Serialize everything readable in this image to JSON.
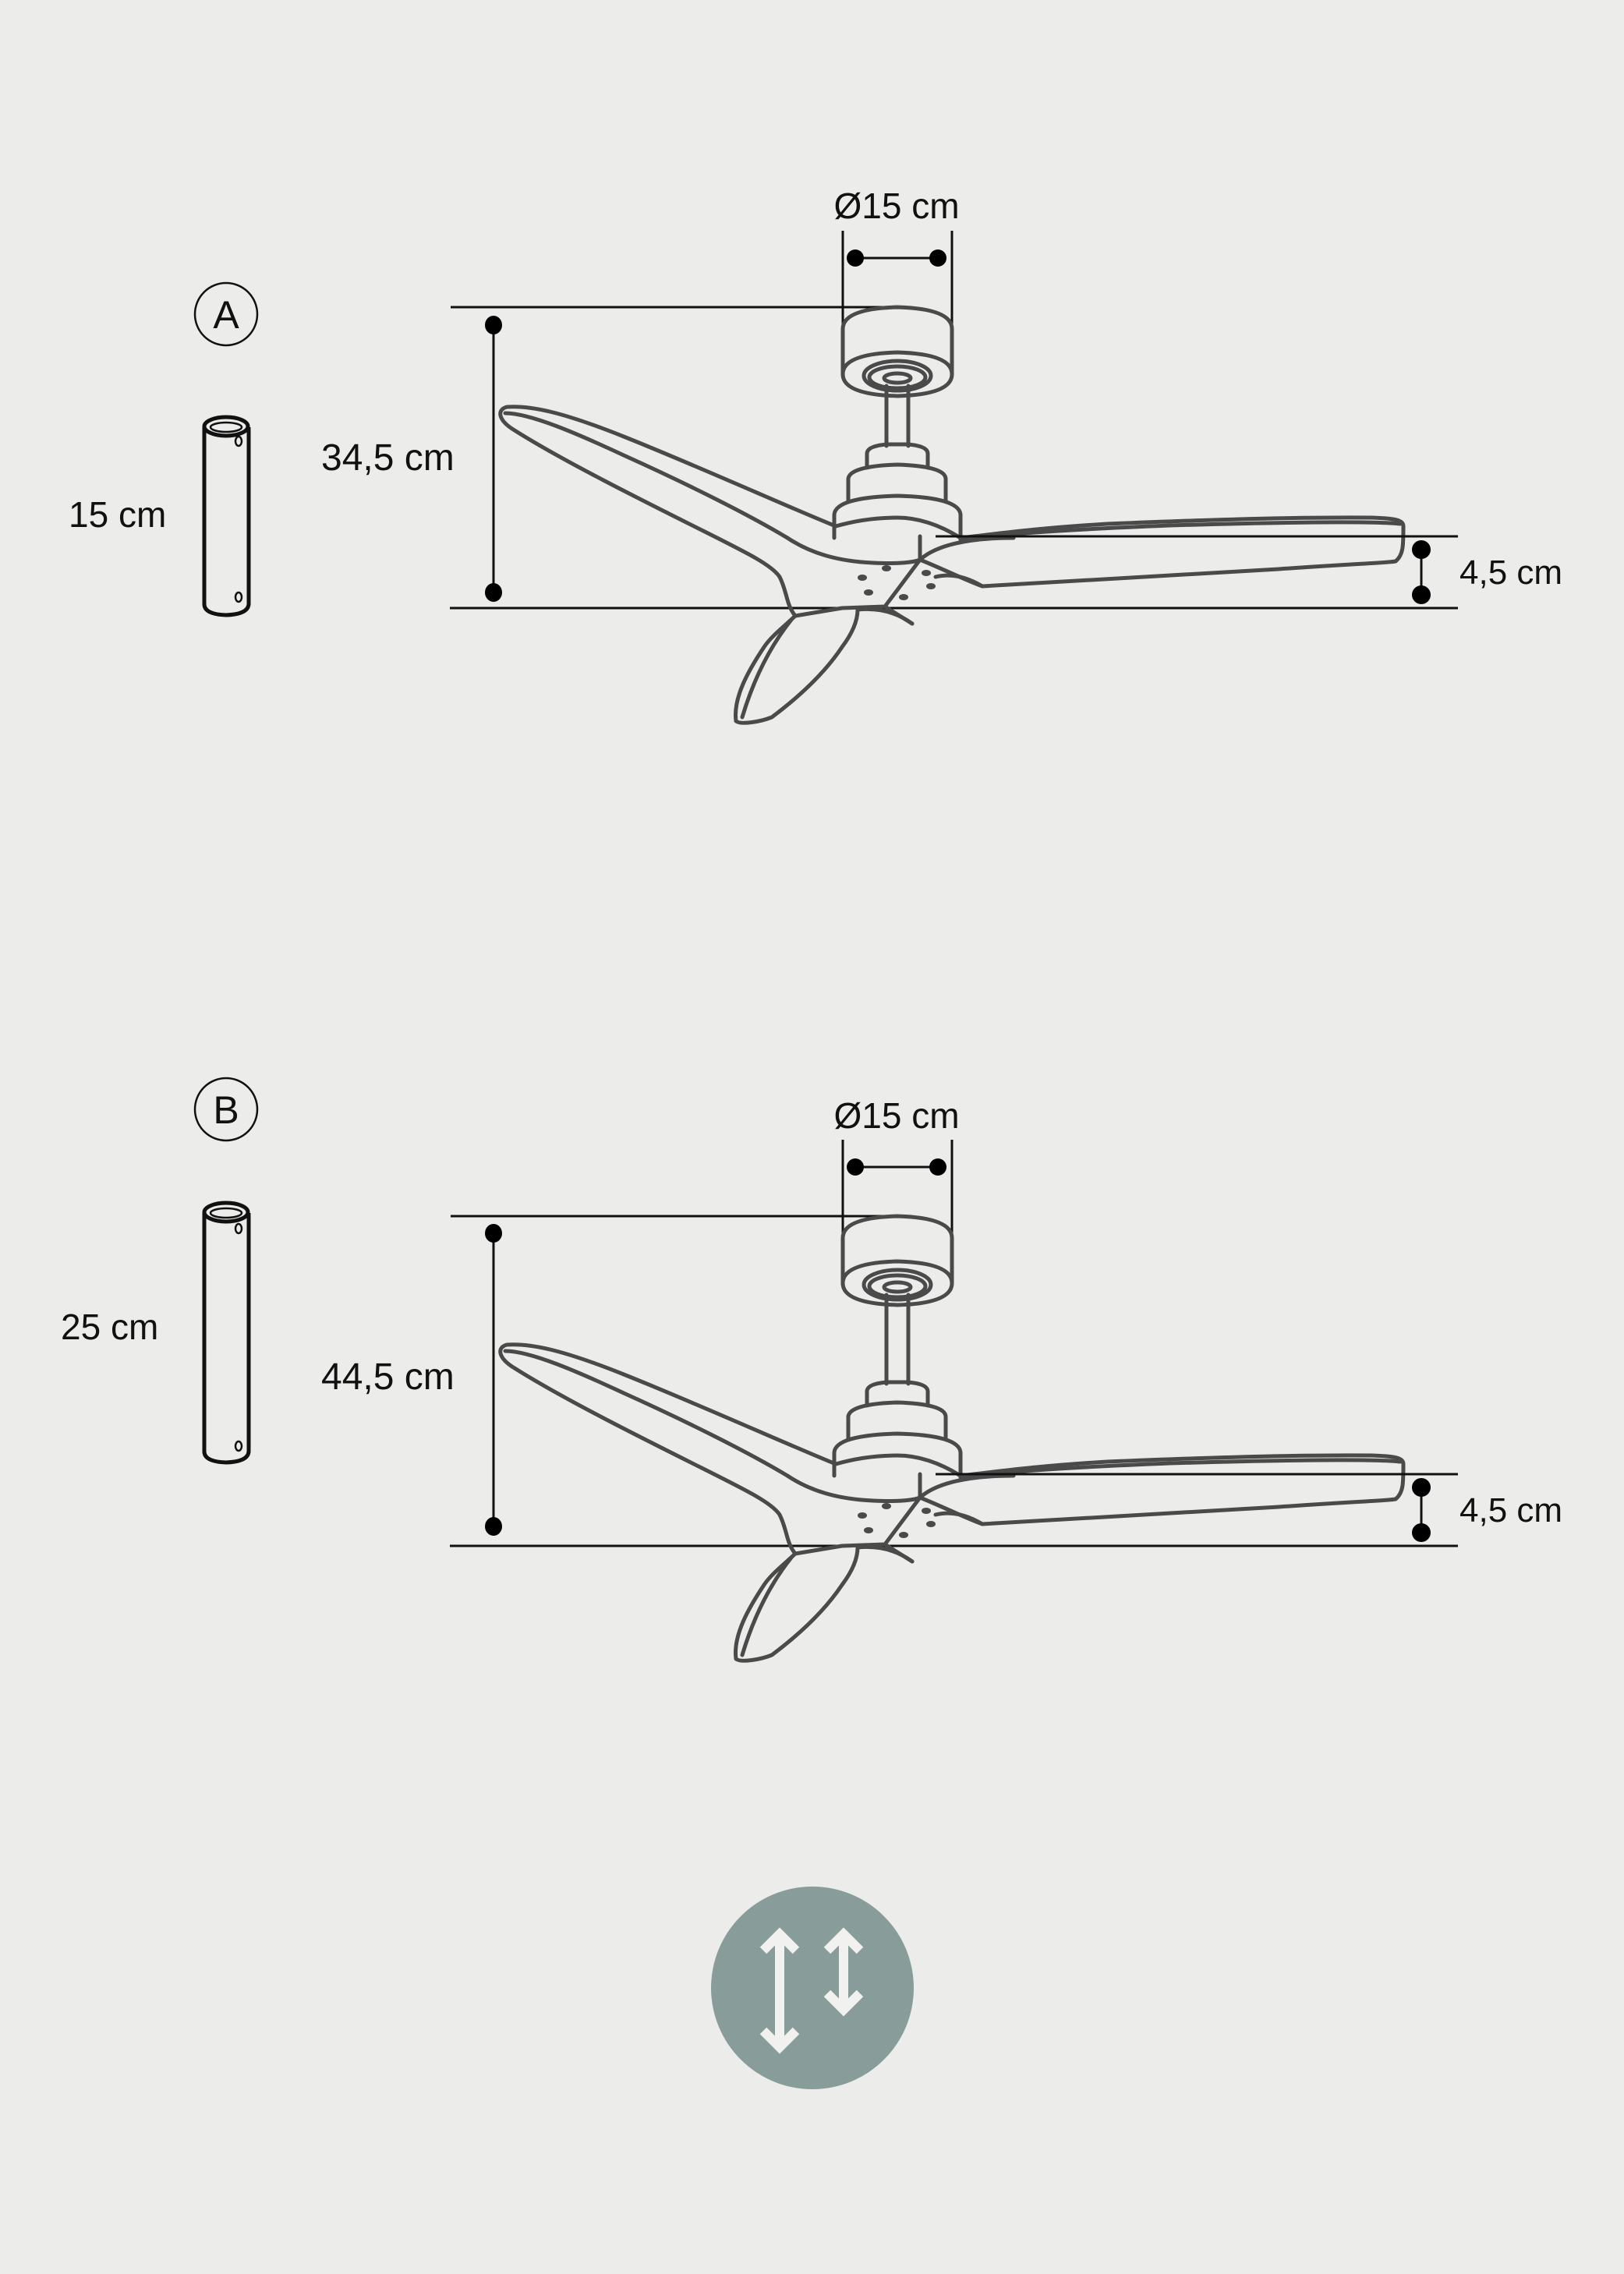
{
  "background_color": "#ecedeb",
  "accent_color": "#889d9a",
  "configurations": [
    {
      "id": "A",
      "label": "A",
      "downrod_length": "15 cm",
      "total_height": "34,5 cm",
      "canopy_diameter": "Ø15 cm",
      "blade_thickness": "4,5 cm"
    },
    {
      "id": "B",
      "label": "B",
      "downrod_length": "25 cm",
      "total_height": "44,5 cm",
      "canopy_diameter": "Ø15 cm",
      "blade_thickness": "4,5 cm"
    }
  ],
  "footer_icon": {
    "name": "adjustable-height-icon",
    "color": "#889d9a",
    "glyph_color": "#f1f2f0"
  }
}
